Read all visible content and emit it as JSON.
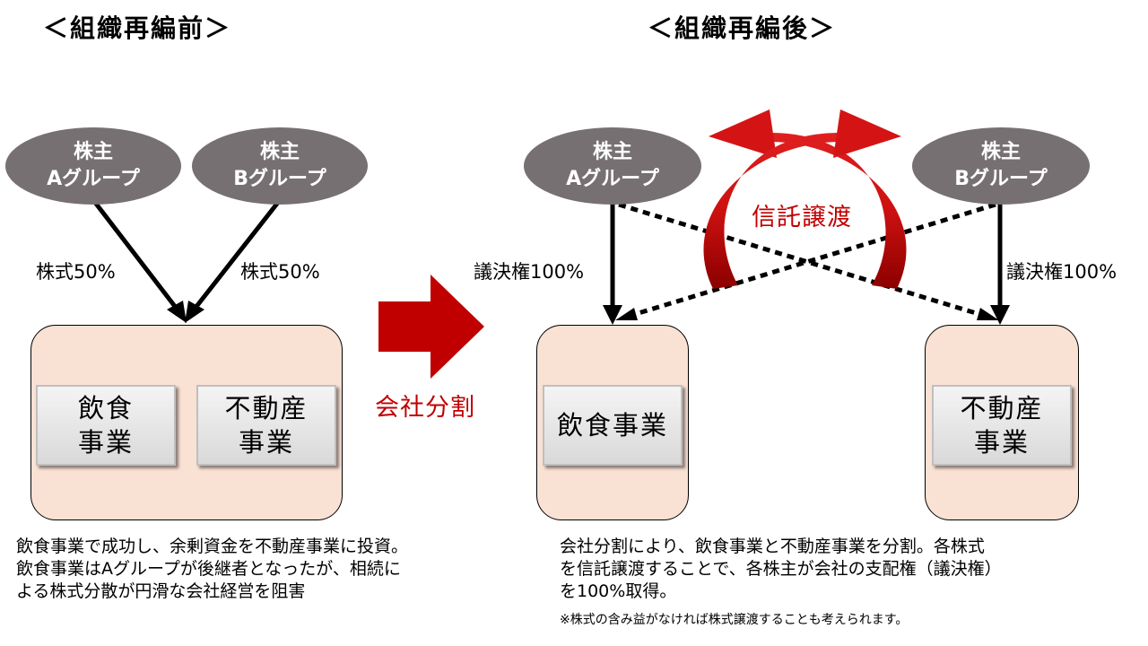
{
  "headings": {
    "before": "＜組織再編前＞",
    "after": "＜組織再編後＞"
  },
  "before": {
    "shareholder_a": {
      "line1": "株主",
      "line2": "Aグループ"
    },
    "shareholder_b": {
      "line1": "株主",
      "line2": "Bグループ"
    },
    "share_a": "株式50%",
    "share_b": "株式50%",
    "biz_food": {
      "line1": "飲食",
      "line2": "事業"
    },
    "biz_realestate": {
      "line1": "不動産",
      "line2": "事業"
    },
    "description": [
      "飲食事業で成功し、余剰資金を不動産事業に投資。",
      "飲食事業はAグループが後継者となったが、相続に",
      "よる株式分散が円滑な会社経営を阻害"
    ]
  },
  "transition": {
    "label": "会社分割",
    "arrow_color": "#c00000"
  },
  "after": {
    "shareholder_a": {
      "line1": "株主",
      "line2": "Aグループ"
    },
    "shareholder_b": {
      "line1": "株主",
      "line2": "Bグループ"
    },
    "trust_label": "信託譲渡",
    "vote_a": "議決権100%",
    "vote_b": "議決権100%",
    "biz_food": {
      "line1": "飲食事業"
    },
    "biz_realestate": {
      "line1": "不動産",
      "line2": "事業"
    },
    "description": [
      "会社分割により、飲食事業と不動産事業を分割。各株式",
      "を信託譲渡することで、各株主が会社の支配権（議決権）",
      "を100%取得。"
    ],
    "note": "※株式の含み益がなければ株式譲渡することも考えられます。"
  },
  "colors": {
    "oval": "#777072",
    "company_fill": "#f9e1d4",
    "accent_red": "#c00000"
  }
}
